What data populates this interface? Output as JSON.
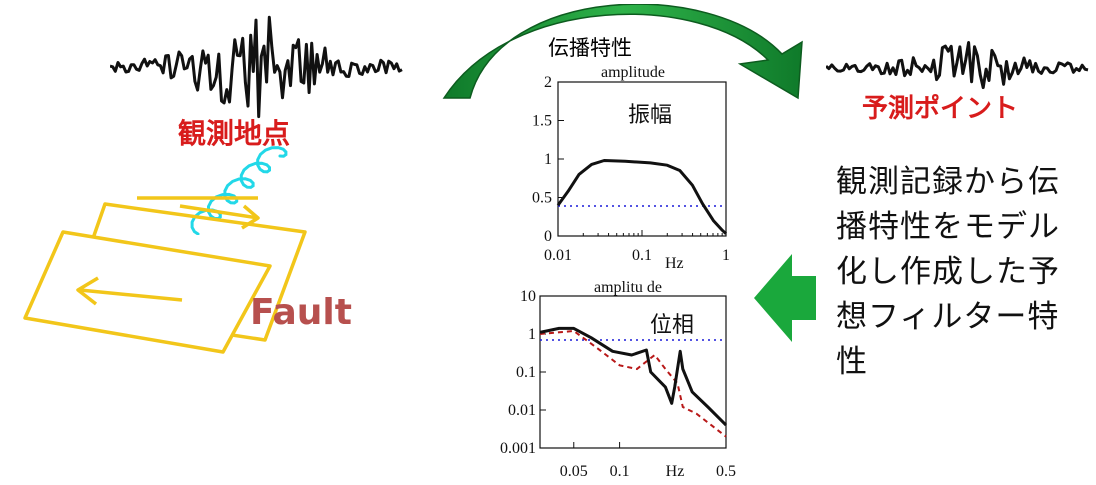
{
  "labels": {
    "observation_point": "観測地点",
    "prediction_point": "予測ポイント",
    "fault": "Fault",
    "propagation": "伝播特性"
  },
  "description_lines": [
    "観測記録から伝",
    "播特性をモデル",
    "化し作成した予",
    "想フィルター特",
    "性"
  ],
  "amplitude_plot": {
    "title": "amplitude",
    "panel_label": "振幅",
    "y_ticks": [
      "2",
      "1.5",
      "1",
      "0.5",
      "0"
    ],
    "x_ticks": [
      "0.01",
      "0.1",
      "1"
    ],
    "x_unit": "Hz"
  },
  "phase_plot": {
    "title": "amplitu de",
    "panel_label": "位相",
    "y_ticks": [
      "10",
      "1",
      "0.1",
      "0.01",
      "0.001"
    ],
    "x_ticks": [
      "0.05",
      "0.1",
      "0.5"
    ],
    "x_unit": "Hz"
  },
  "colors": {
    "red_label": "#d81c1c",
    "fault_text": "#b7504e",
    "fault_planes": "#f2c61a",
    "wave_cyan": "#22d8e8",
    "green_arrow": "#1aa83c",
    "dashed_blue": "#1a1ad8",
    "dashed_red": "#b81818"
  }
}
